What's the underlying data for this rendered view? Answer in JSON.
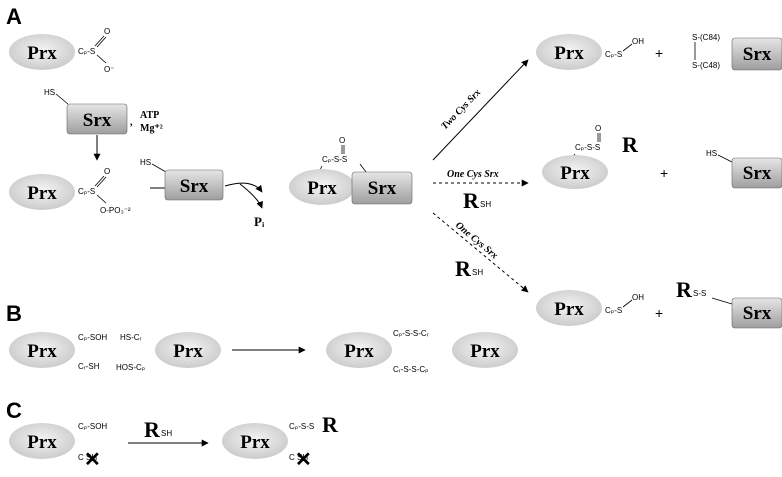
{
  "panels": {
    "a": "A",
    "b": "B",
    "c": "C"
  },
  "labels": {
    "prx": "Prx",
    "srx": "Srx",
    "plus": "+",
    "atp": "ATP",
    "mg": "Mg⁺²",
    "comma": ",",
    "pi": "Pᵢ",
    "R": "R",
    "sh": "SH",
    "hs": "HS",
    "two_cys": "Two Cys Srx",
    "one_cys": "One Cys Srx"
  },
  "groups": {
    "sulfinic_top": "Cₚ-S",
    "o": "O",
    "o_minus": "O⁻",
    "o_po3": "O-PO₃⁻²",
    "cp_sulfur": "Cₚ-S",
    "thiosulfinate": "Cₚ-S-S",
    "s_s": "S-S",
    "cp_s_oh": "Cₚ-S",
    "oh": "OH",
    "c84": "S-(C84)",
    "c48": "S-(C48)",
    "cp_s_s": "Cₚ-S-S",
    "r_s_s": "S-S",
    "cp_soh": "Cₚ-SOH",
    "cr_sh": "Cᵣ-SH",
    "hs_cr": "HS-Cᵣ",
    "hos_cp": "HOS-Cₚ",
    "dimer_top": "Cₚ-S-S-Cᵣ",
    "dimer_bottom": "Cᵣ-S-S-Cₚ",
    "c_sh": "C  SH",
    "cp_s_s_r": "Cₚ-S-S"
  }
}
